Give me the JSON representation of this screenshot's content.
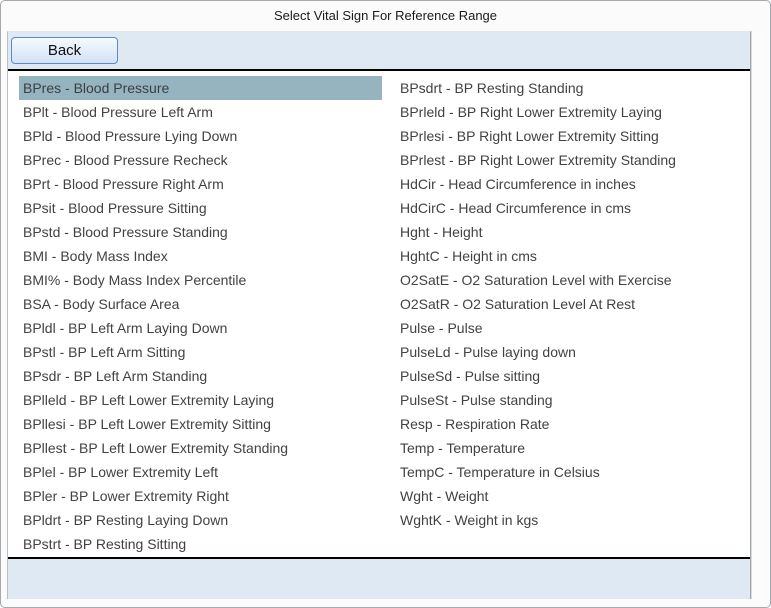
{
  "window": {
    "title": "Select Vital Sign For Reference Range"
  },
  "toolbar": {
    "back_label": "Back"
  },
  "list": {
    "selected_index": 0,
    "selected_item": "BPres - Blood Pressure",
    "left_column": [
      "BPres - Blood Pressure",
      "BPlt - Blood Pressure Left Arm",
      "BPld - Blood Pressure Lying Down",
      "BPrec - Blood Pressure Recheck",
      "BPrt - Blood Pressure Right Arm",
      "BPsit - Blood Pressure Sitting",
      "BPstd - Blood Pressure Standing",
      "BMI - Body Mass Index",
      "BMI% - Body Mass Index Percentile",
      "BSA - Body Surface Area",
      "BPldl - BP Left Arm Laying Down",
      "BPstl - BP Left Arm Sitting",
      "BPsdr - BP Left Arm Standing",
      "BPlleld - BP Left Lower Extremity Laying",
      "BPllesi - BP Left Lower Extremity Sitting",
      "BPllest - BP Left Lower Extremity Standing",
      "BPlel - BP Lower Extremity Left",
      "BPler - BP Lower Extremity Right",
      "BPldrt - BP Resting Laying Down",
      "BPstrt - BP Resting Sitting"
    ],
    "right_column": [
      "BPsdrt - BP Resting Standing",
      "BPrleld - BP Right Lower Extremity Laying",
      "BPrlesi - BP Right Lower Extremity Sitting",
      "BPrlest - BP Right Lower Extremity Standing",
      "HdCir - Head Circumference in inches",
      "HdCirC - Head Circumference in cms",
      "Hght - Height",
      "HghtC - Height in cms",
      "O2SatE - O2 Saturation Level with Exercise",
      "O2SatR - O2 Saturation Level At Rest",
      "Pulse - Pulse",
      "PulseLd - Pulse laying down",
      "PulseSd - Pulse sitting",
      "PulseSt - Pulse standing",
      "Resp - Respiration Rate",
      "Temp - Temperature",
      "TempC - Temperature in Celsius",
      "Wght - Weight",
      "WghtK - Weight in kgs"
    ]
  },
  "colors": {
    "selection_highlight": "#96b4bf",
    "band_blue": "#dfe9f4",
    "separator_black": "#000000",
    "list_text": "#424242",
    "button_border_blue": "#5f8ac0"
  }
}
